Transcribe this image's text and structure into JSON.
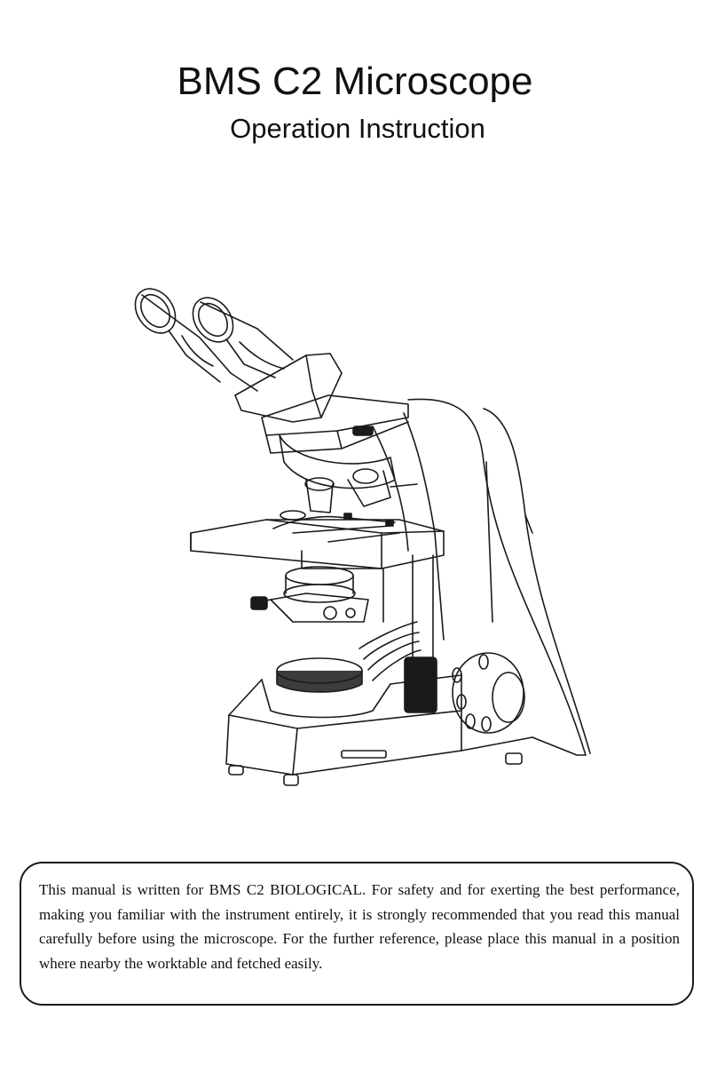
{
  "title": "BMS C2 Microscope",
  "subtitle": "Operation Instruction",
  "illustration": {
    "icon": "microscope-icon"
  },
  "notice": {
    "text": "This manual is written for BMS C2 BIOLOGICAL. For safety and for exerting the best performance, making you familiar with the instrument entirely, it is strongly recommended that you read this manual carefully before using the microscope. For the further reference, please place this manual in a position where nearby the worktable and fetched easily."
  }
}
